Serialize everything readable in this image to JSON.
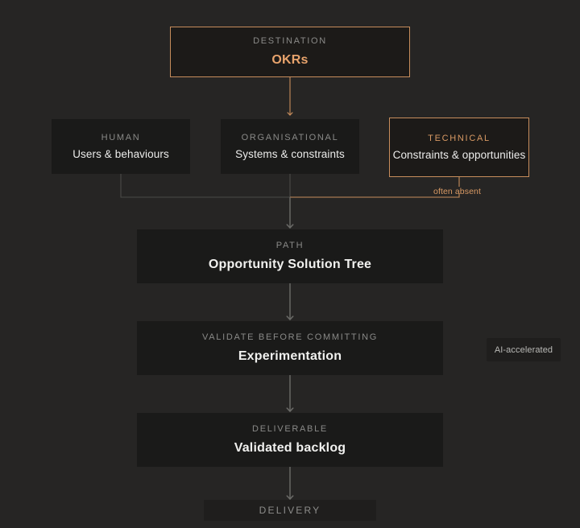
{
  "theme": {
    "background": "#262524",
    "node_fill": "#1a1a19",
    "accent": "#c78d5c",
    "accent_text": "#e8a36c",
    "muted_text": "#8a8a88",
    "body_text": "#ececeb",
    "connector_gray": "#6b6b68",
    "connector_accent": "#c78d5c"
  },
  "nodes": {
    "destination": {
      "eyebrow": "DESTINATION",
      "title": "OKRs"
    },
    "human": {
      "eyebrow": "HUMAN",
      "title": "Users & behaviours"
    },
    "organisational": {
      "eyebrow": "ORGANISATIONAL",
      "title": "Systems & constraints"
    },
    "technical": {
      "eyebrow": "TECHNICAL",
      "title": "Constraints & opportunities"
    },
    "path": {
      "eyebrow": "PATH",
      "title": "Opportunity Solution Tree"
    },
    "experimentation": {
      "eyebrow": "VALIDATE BEFORE COMMITTING",
      "title": "Experimentation"
    },
    "deliverable": {
      "eyebrow": "DELIVERABLE",
      "title": "Validated backlog"
    },
    "delivery": {
      "label": "DELIVERY"
    }
  },
  "badges": {
    "ai_accelerated": "AI-accelerated"
  },
  "edge_labels": {
    "often_absent": "often absent"
  }
}
